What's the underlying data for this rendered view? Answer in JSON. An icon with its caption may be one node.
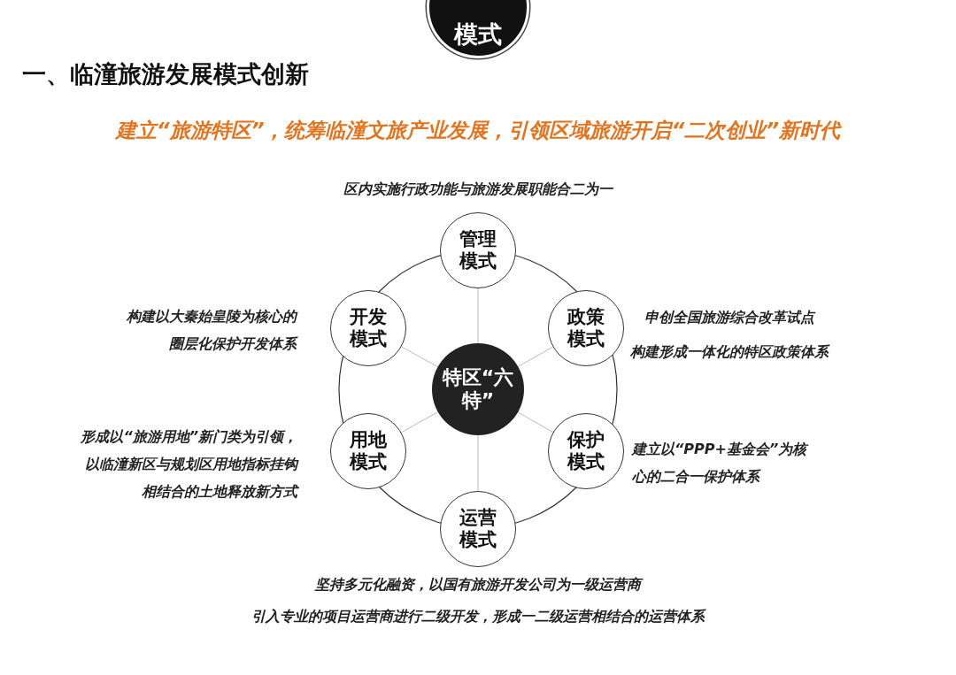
{
  "diagram": {
    "title": "一、临潼旅游发展模式创新",
    "nodes": [
      {
        "text": [
          "模式"
        ]
      },
      {
        "text": [
          "管理模式"
        ],
        "beside": [
          "区内实施行政功能与旅游发展职能合二为一"
        ]
      },
      {
        "text": [
          "开发模式"
        ],
        "beside": [
          "构建以大秦始皇陵为核心的圈层化保护开发体系"
        ]
      },
      {
        "text": [
          "政策模式"
        ],
        "beside": [
          "申创全国旅游综合改革试点",
          "构建形成一体化的特区政策体系"
        ]
      },
      {
        "text": [
          "特区“六特”"
        ]
      },
      {
        "text": [
          "用地模式"
        ],
        "beside": [
          "形成以“旅游用地”新门类为引领，以临潼新区与规划区用地指标挂钩相结合的土地释放新方式"
        ]
      },
      {
        "text": [
          "保护模式"
        ],
        "beside": [
          "建立以“PPP+基金会”为核心的二合一保护体系"
        ]
      },
      {
        "text": [
          "运营模式"
        ],
        "beside": [
          "坚持多元化融资，以国有旅游开发公司为一级运营商",
          "引入专业的项目运营商进行二级开发，形成一二级运营相结合的运营体系"
        ]
      }
    ],
    "edges": [
      {
        "from": 4,
        "to": 1,
        "arrow": "none"
      },
      {
        "from": 4,
        "to": 2,
        "arrow": "none"
      },
      {
        "from": 4,
        "to": 3,
        "arrow": "none"
      },
      {
        "from": 4,
        "to": 5,
        "arrow": "none"
      },
      {
        "from": 4,
        "to": 6,
        "arrow": "none"
      },
      {
        "from": 4,
        "to": 7,
        "arrow": "none"
      }
    ],
    "labels": [
      "建立“旅游特区”，统筹临潼文旅产业发展，引领区域旅游开启“二次创业”新时代"
    ]
  }
}
